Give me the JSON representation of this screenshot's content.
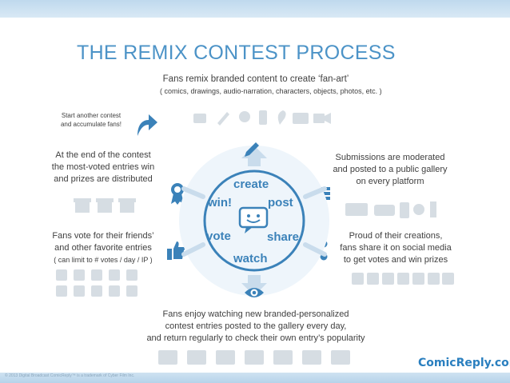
{
  "slide": {
    "title": "THE REMIX CONTEST PROCESS",
    "top_text": {
      "line1": "Fans remix branded content to create ‘fan-art’",
      "line2": "( comics, drawings, audio-narration, characters, objects, photos, etc. )"
    },
    "restart_text": {
      "line1": "Start another contest",
      "line2": "and accumulate fans!"
    },
    "end_text": {
      "line1": "At the end of the contest",
      "line2": "the most-voted entries win",
      "line3": "and prizes are distributed"
    },
    "submissions_text": {
      "line1": "Submissions are moderated",
      "line2": "and posted to a public gallery",
      "line3": "on every platform"
    },
    "vote_text": {
      "line1": "Fans vote for their friends’",
      "line2": "and other favorite entries",
      "line3": "( can limit to  # votes / day / IP )"
    },
    "share_text": {
      "line1": "Proud of their creations,",
      "line2": "fans share it on social media",
      "line3": "to get votes and win prizes"
    },
    "watch_text": {
      "line1": "Fans enjoy watching new branded-personalized",
      "line2": "contest entries posted to the gallery every day,",
      "line3": "and return regularly to check their own entry’s popularity"
    },
    "cycle": {
      "create": "create",
      "post": "post",
      "share": "share",
      "watch": "watch",
      "vote": "vote",
      "win": "win!"
    },
    "brand": "ComicReply.com",
    "footer": "© 2013  Digital Broadcast  ComicReply™ is a trademark of Cyber Film Inc."
  },
  "colors": {
    "accent": "#3b82b9",
    "title": "#4c93c7",
    "text": "#404040",
    "faded_icons": "#d6dde3"
  }
}
